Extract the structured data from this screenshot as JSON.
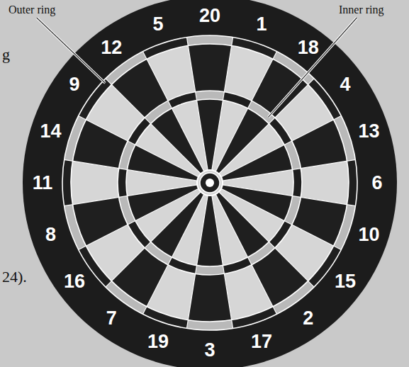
{
  "diagram": {
    "labels": [
      "Outer ring",
      "Inner ring",
      "g",
      "24).",
      "20",
      "1",
      "18",
      "4",
      "13",
      "6",
      "10",
      "15",
      "2",
      "17",
      "3",
      "19",
      "7",
      "16",
      "8",
      "11",
      "14",
      "9",
      "12",
      "5"
    ]
  }
}
